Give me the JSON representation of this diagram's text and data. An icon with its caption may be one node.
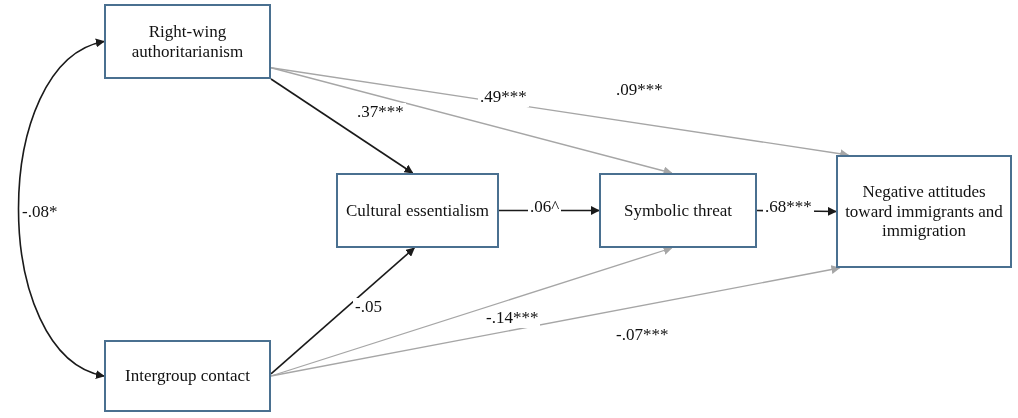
{
  "diagram": {
    "nodes": [
      {
        "text": [
          "Right-wing authoritarianism"
        ]
      },
      {
        "text": [
          "Intergroup contact"
        ]
      },
      {
        "text": [
          "Cultural essentialism"
        ]
      },
      {
        "text": [
          "Symbolic threat"
        ]
      },
      {
        "text": [
          "Negative attitudes toward immigrants and immigration"
        ]
      }
    ],
    "edges": [
      {
        "from": 0,
        "to": 2,
        "arrow": "to",
        "label": ".37***"
      },
      {
        "from": 0,
        "to": 3,
        "arrow": "to",
        "label": ".49***",
        "color": "#a6a6a6"
      },
      {
        "from": 0,
        "to": 4,
        "arrow": "to",
        "label": ".09***",
        "color": "#a6a6a6"
      },
      {
        "from": 1,
        "to": 2,
        "arrow": "to",
        "label": "-.05"
      },
      {
        "from": 1,
        "to": 3,
        "arrow": "to",
        "label": "-.14***",
        "color": "#a6a6a6"
      },
      {
        "from": 1,
        "to": 4,
        "arrow": "to",
        "label": "-.07***",
        "color": "#a6a6a6"
      },
      {
        "from": 2,
        "to": 3,
        "arrow": "to",
        "label": ".06^"
      },
      {
        "from": 3,
        "to": 4,
        "arrow": "to",
        "label": ".68***"
      },
      {
        "from": 0,
        "to": 1,
        "arrow": "both",
        "label": "-.08*"
      }
    ]
  }
}
